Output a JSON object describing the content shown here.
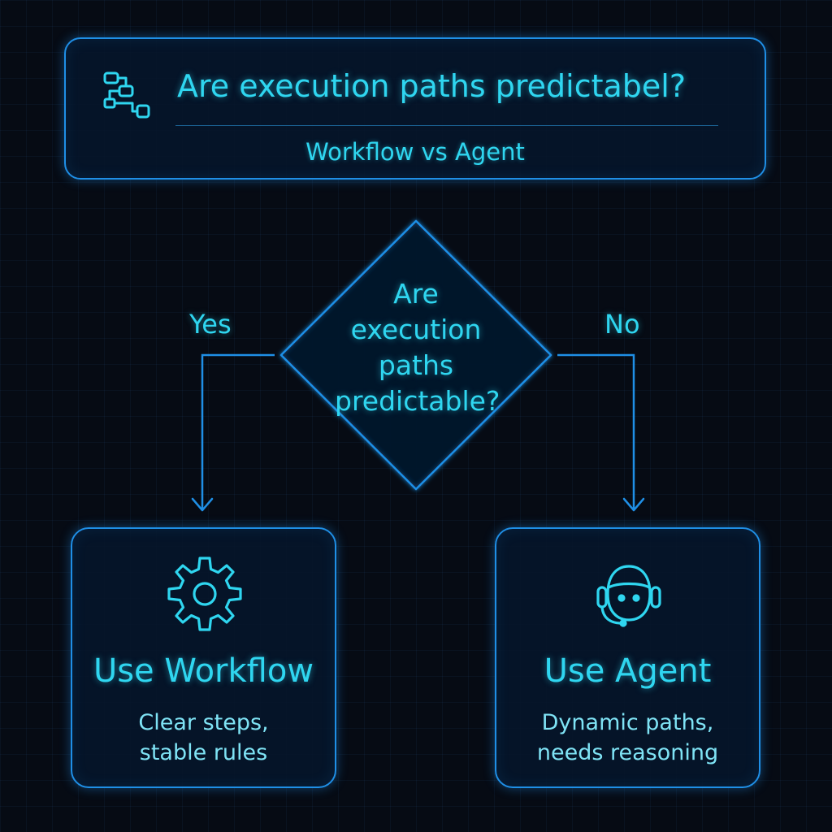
{
  "header": {
    "title": "Are execution paths predictabel?",
    "subtitle": "Workflow vs Agent",
    "icon": "flowchart-icon"
  },
  "decision": {
    "lines": [
      "Are",
      "execution",
      "paths",
      "predictable?"
    ]
  },
  "branches": {
    "yes_label": "Yes",
    "no_label": "No"
  },
  "cards": {
    "workflow": {
      "icon": "gear-icon",
      "title": "Use Workflow",
      "desc_lines": [
        "Clear steps,",
        "stable rules"
      ]
    },
    "agent": {
      "icon": "headset-agent-icon",
      "title": "Use Agent",
      "desc_lines": [
        "Dynamic paths,",
        "needs reasoning"
      ]
    }
  },
  "colors": {
    "background": "#060b14",
    "border": "#1f8fe6",
    "text": "#2fd6f0",
    "muted_text": "#7fe3f5"
  }
}
